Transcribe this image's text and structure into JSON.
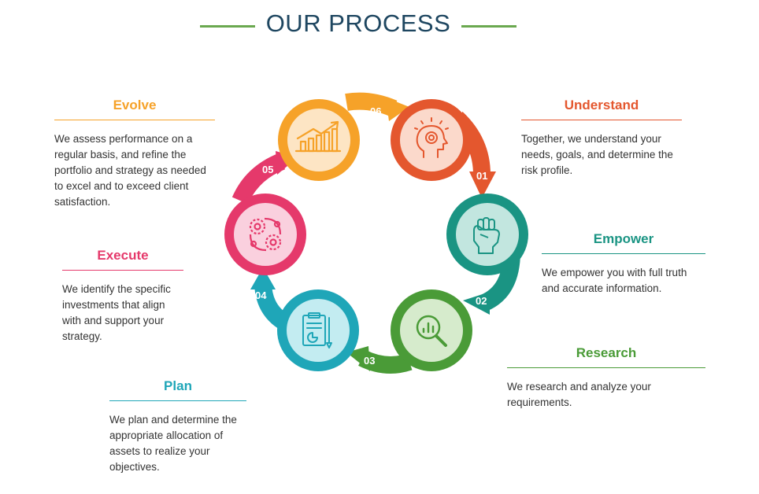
{
  "title": "OUR PROCESS",
  "colors": {
    "title": "#1e4660",
    "title_line": "#6aa84f"
  },
  "steps": [
    {
      "number": "01",
      "heading": "Understand",
      "text": "Together, we understand your needs, goals, and determine the risk profile.",
      "color": "#e4572e",
      "light": "#fbd9cb",
      "icon": "head-target-icon"
    },
    {
      "number": "02",
      "heading": "Empower",
      "text": "We empower you with full truth and accurate information.",
      "color": "#1a9483",
      "light": "#c2e6df",
      "icon": "raised-fist-icon"
    },
    {
      "number": "03",
      "heading": "Research",
      "text": "We research and analyze your requirements.",
      "color": "#4a9b37",
      "light": "#d6ebcc",
      "icon": "magnifier-chart-icon"
    },
    {
      "number": "04",
      "heading": "Plan",
      "text": "We plan and determine the appropriate allocation of assets to realize your objectives.",
      "color": "#1fa6b8",
      "light": "#c3ecf1",
      "icon": "clipboard-plan-icon"
    },
    {
      "number": "05",
      "heading": "Execute",
      "text": "We identify the specific investments that align with and support your strategy.",
      "color": "#e5396b",
      "light": "#fad0de",
      "icon": "gears-icon"
    },
    {
      "number": "06",
      "heading": "Evolve",
      "text": "We assess performance on a regular basis, and refine the portfolio and strategy as needed to excel and to exceed client satisfaction.",
      "color": "#f6a229",
      "light": "#fde5c4",
      "icon": "growth-chart-icon"
    }
  ]
}
